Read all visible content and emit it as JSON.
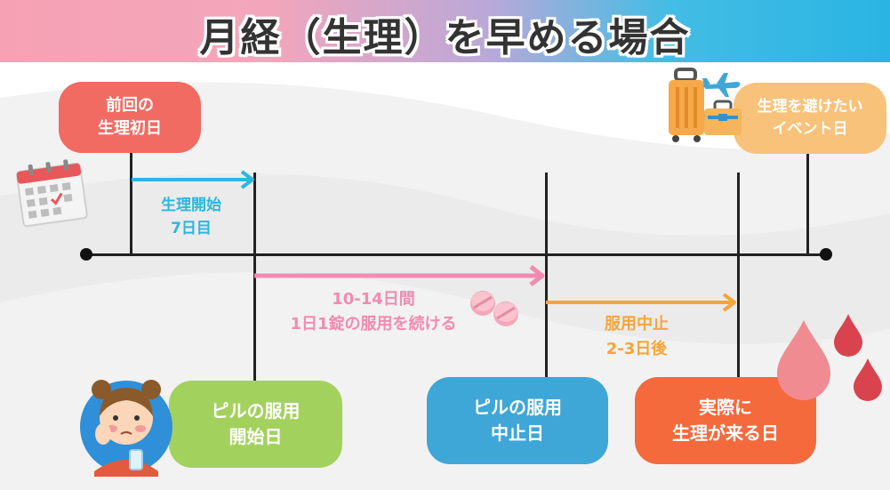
{
  "title": "月経（生理）を早める場合",
  "boxes": {
    "last_period": {
      "line1": "前回の",
      "line2": "生理初日"
    },
    "event_day": {
      "line1": "生理を避けたい",
      "line2": "イベント日"
    },
    "pill_start": {
      "line1": "ピルの服用",
      "line2": "開始日"
    },
    "pill_stop": {
      "line1": "ピルの服用",
      "line2": "中止日"
    },
    "period_arrives": {
      "line1": "実際に",
      "line2": "生理が来る日"
    }
  },
  "spans": {
    "start_offset": {
      "line1": "生理開始",
      "line2": "7日目"
    },
    "pill_duration": {
      "line1": "10-14日間",
      "line2": "1日1錠の服用を続ける"
    },
    "after_stop": {
      "line1": "服用中止",
      "line2": "2-3日後"
    }
  },
  "colors": {
    "last_period_box": "#f26b63",
    "event_day_box": "#f9c27a",
    "pill_start_box": "#a3d15e",
    "pill_stop_box": "#3fa6d8",
    "period_arrives_box": "#f46a3d",
    "start_arrow": "#2cb6e0",
    "pill_arrow": "#f28bb0",
    "after_stop_arrow": "#f5a53a"
  },
  "icons": [
    "calendar-icon",
    "suitcase-icon",
    "airplane-icon",
    "pill-icon",
    "blood-drop-icon",
    "girl-sick-illustration"
  ]
}
